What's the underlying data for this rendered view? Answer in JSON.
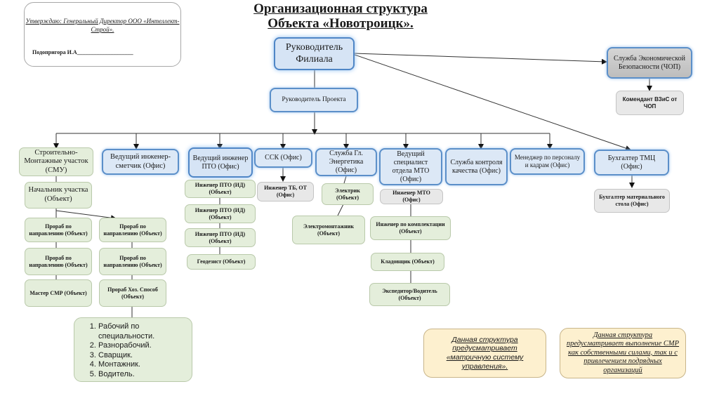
{
  "title": {
    "line1": "Организационная структура",
    "line2": "Объекта «Новотроицк»."
  },
  "approval": {
    "text": "Утверждаю: Генеральный Директор ООО «Интеллект-Строй».",
    "signature": "Подопригора И.А____________________"
  },
  "nodes": {
    "branch_head": "Руководитель Филиала",
    "project_head": "Руководитель Проекта",
    "security_service": "Служба Экономической Безопасности (ЧОП)",
    "commandant": "Комендант ВЗиС от ЧОП",
    "smu": "Строительно-Монтажные участок (СМУ)",
    "site_chief": "Начальник участка (Объект)",
    "foreman_l1": "Прораб по направлению (Объект)",
    "foreman_l2": "Прораб по направлению (Объект)",
    "master_smr": "Мастер СМР (Объект)",
    "foreman_r1": "Прораб по направлению (Объект)",
    "foreman_r2": "Прораб по направлению (Объект)",
    "foreman_hoz": "Прораб Хоз. Способ (Объект)",
    "estimator": "Ведущий инженер-сметчик (Офис)",
    "pto_lead": "Ведущий инженер ПТО (Офис)",
    "pto_eng1": "Инженер ПТО (ИД) (Объект)",
    "pto_eng2": "Инженер ПТО (ИД) (Объект)",
    "pto_eng3": "Инженер ПТО (ИД) (Объект)",
    "geodesist": "Геодезист (Объект)",
    "ssk": "ССК (Офис)",
    "safety_eng": "Инженер ТБ, ОТ (Офис)",
    "power_service": "Служба Гл. Энергетика (Офис)",
    "electrician": "Электрик (Объект)",
    "electro_installer": "Электромонтажник (Объект)",
    "mto_lead": "Ведущий специалист отдела МТО (Офис)",
    "mto_eng": "Инженер МТО (Офис)",
    "completion_eng": "Инженер по комплектации (Объект)",
    "storekeeper": "Кладовщик (Объект)",
    "forwarder": "Экспедитор/Водитель (Объект)",
    "quality_service": "Служба контроля качества (Офис)",
    "hr_manager": "Менеджер по персоналу и кадрам (Офис)",
    "tmc_accountant": "Бухгалтер ТМЦ (Офис)",
    "material_accountant": "Бухгалтер материального стола (Офис)"
  },
  "workers": [
    "Рабочий по специальности.",
    "Разнорабочий.",
    "Сварщик.",
    "Монтажник.",
    "Водитель."
  ],
  "notes": {
    "matrix": "Данная структура предусматривает «матричную систему управления».",
    "contractors": "Данная структура предусматривает выполнение СМР как собственными силами, так и с привлечением подрядных организаций"
  },
  "colors": {
    "office_blue": "#dce8f6",
    "office_border": "#5b8fc9",
    "object_green": "#e4eedb",
    "neutral_gray": "#e8e8e8",
    "note_yellow": "#fdf0cf"
  }
}
